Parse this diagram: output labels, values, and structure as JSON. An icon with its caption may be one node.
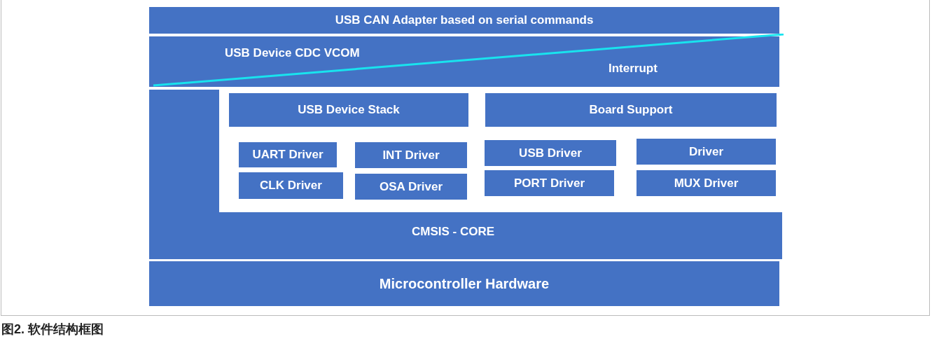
{
  "diagram": {
    "caption": "图2. 软件结构框图",
    "nodes": [
      {
        "text": [
          "USB CAN Adapter based on serial commands"
        ]
      },
      {
        "text": [
          "USB Device CDC VCOM",
          "Interrupt"
        ]
      },
      {
        "text": [
          "CMSIS - CORE"
        ]
      },
      {
        "text": [
          "USB Device Stack"
        ]
      },
      {
        "text": [
          "Board Support"
        ]
      },
      {
        "text": [
          "UART Driver"
        ]
      },
      {
        "text": [
          "INT Driver"
        ]
      },
      {
        "text": [
          "USB Driver"
        ]
      },
      {
        "text": [
          "Driver"
        ]
      },
      {
        "text": [
          "CLK Driver"
        ]
      },
      {
        "text": [
          "OSA Driver"
        ]
      },
      {
        "text": [
          "PORT Driver"
        ]
      },
      {
        "text": [
          "MUX Driver"
        ]
      },
      {
        "text": [
          "Microcontroller Hardware"
        ]
      }
    ],
    "edges": []
  }
}
